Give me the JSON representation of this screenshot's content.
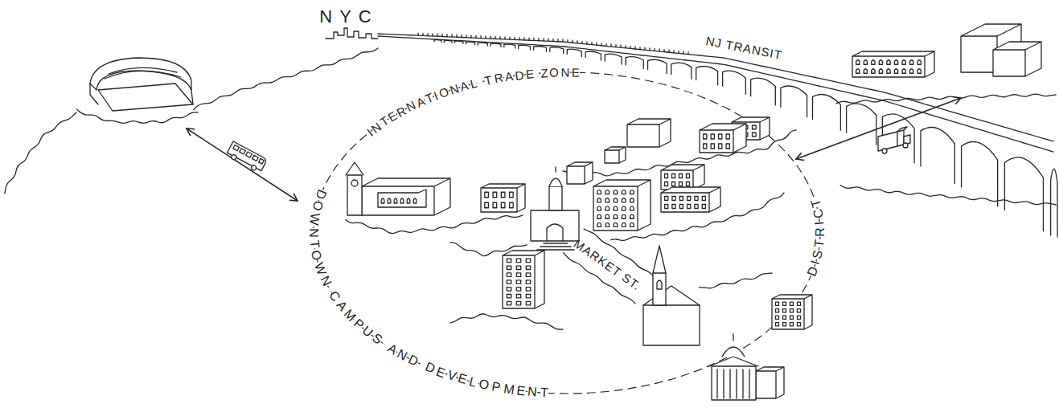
{
  "diagram": {
    "labels": [
      "NYC",
      "INTERNATIONAL TRADE ZONE",
      "NJ TRANSIT",
      "MARKET ST.",
      "DOWNTOWN CAMPUS AND DEVELOPMENT",
      "DISTRICT"
    ]
  }
}
